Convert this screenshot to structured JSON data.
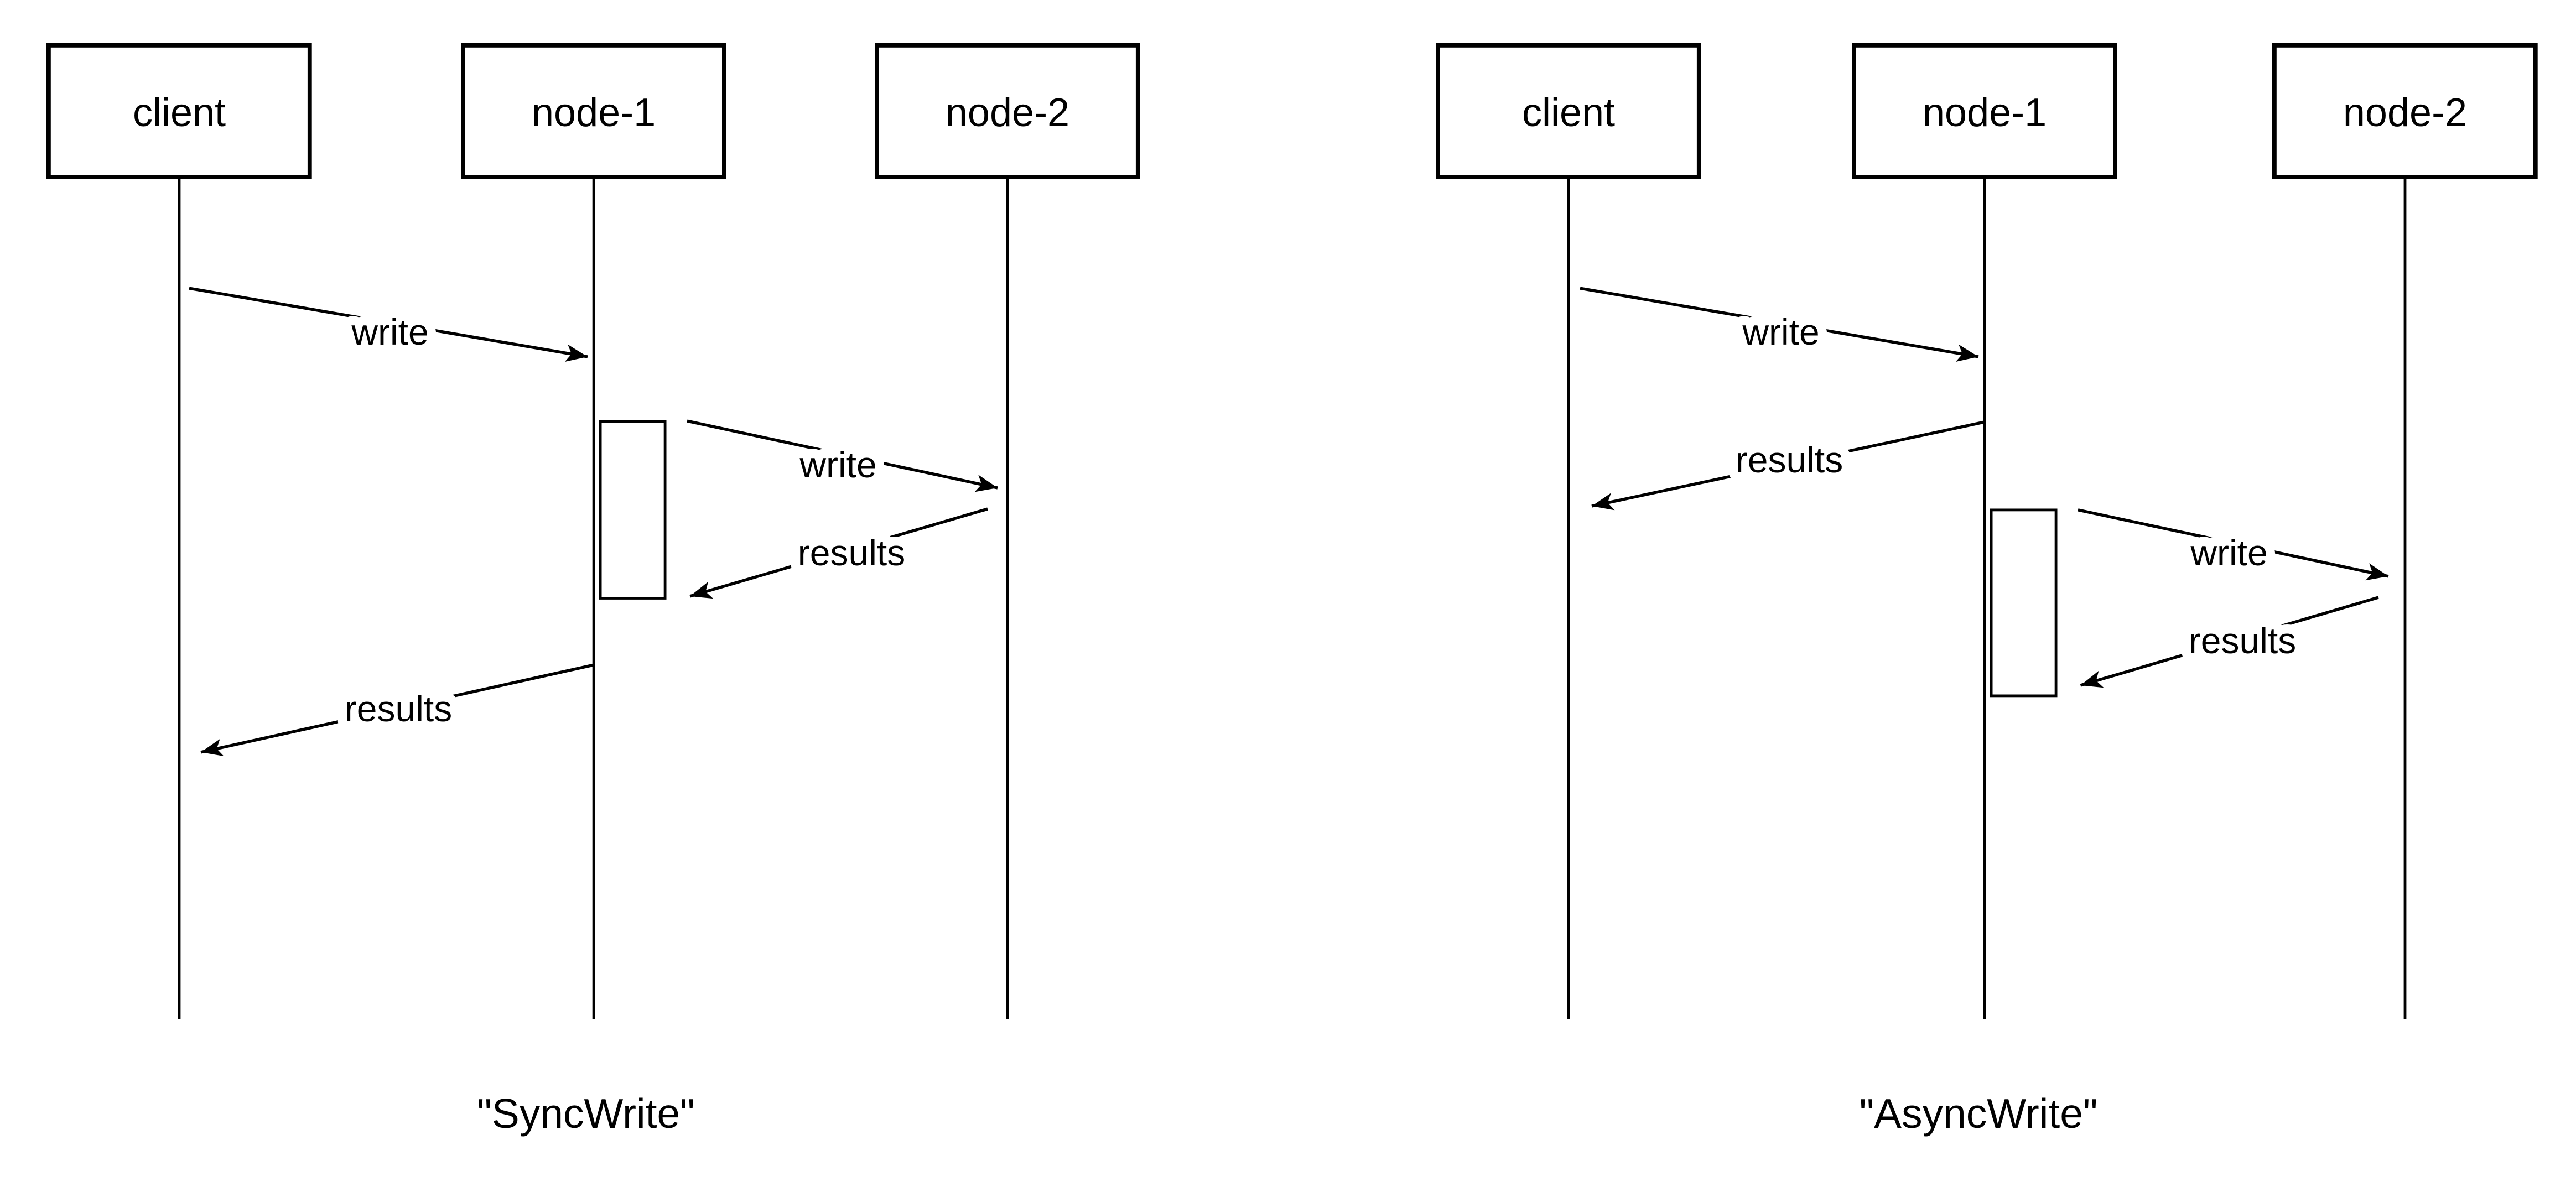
{
  "colors": {
    "ink": "#000000",
    "background": "#ffffff"
  },
  "diagrams": [
    {
      "caption": "\"SyncWrite\"",
      "actors": [
        {
          "label": "client"
        },
        {
          "label": "node-1"
        },
        {
          "label": "node-2"
        }
      ],
      "messages": [
        {
          "label": "write",
          "from": "client",
          "to": "node-1"
        },
        {
          "label": "write",
          "from": "node-1",
          "to": "node-2"
        },
        {
          "label": "results",
          "from": "node-2",
          "to": "node-1"
        },
        {
          "label": "results",
          "from": "node-1",
          "to": "client"
        }
      ]
    },
    {
      "caption": "\"AsyncWrite\"",
      "actors": [
        {
          "label": "client"
        },
        {
          "label": "node-1"
        },
        {
          "label": "node-2"
        }
      ],
      "messages": [
        {
          "label": "write",
          "from": "client",
          "to": "node-1"
        },
        {
          "label": "results",
          "from": "node-1",
          "to": "client"
        },
        {
          "label": "write",
          "from": "node-1",
          "to": "node-2"
        },
        {
          "label": "results",
          "from": "node-2",
          "to": "node-1"
        }
      ]
    }
  ]
}
